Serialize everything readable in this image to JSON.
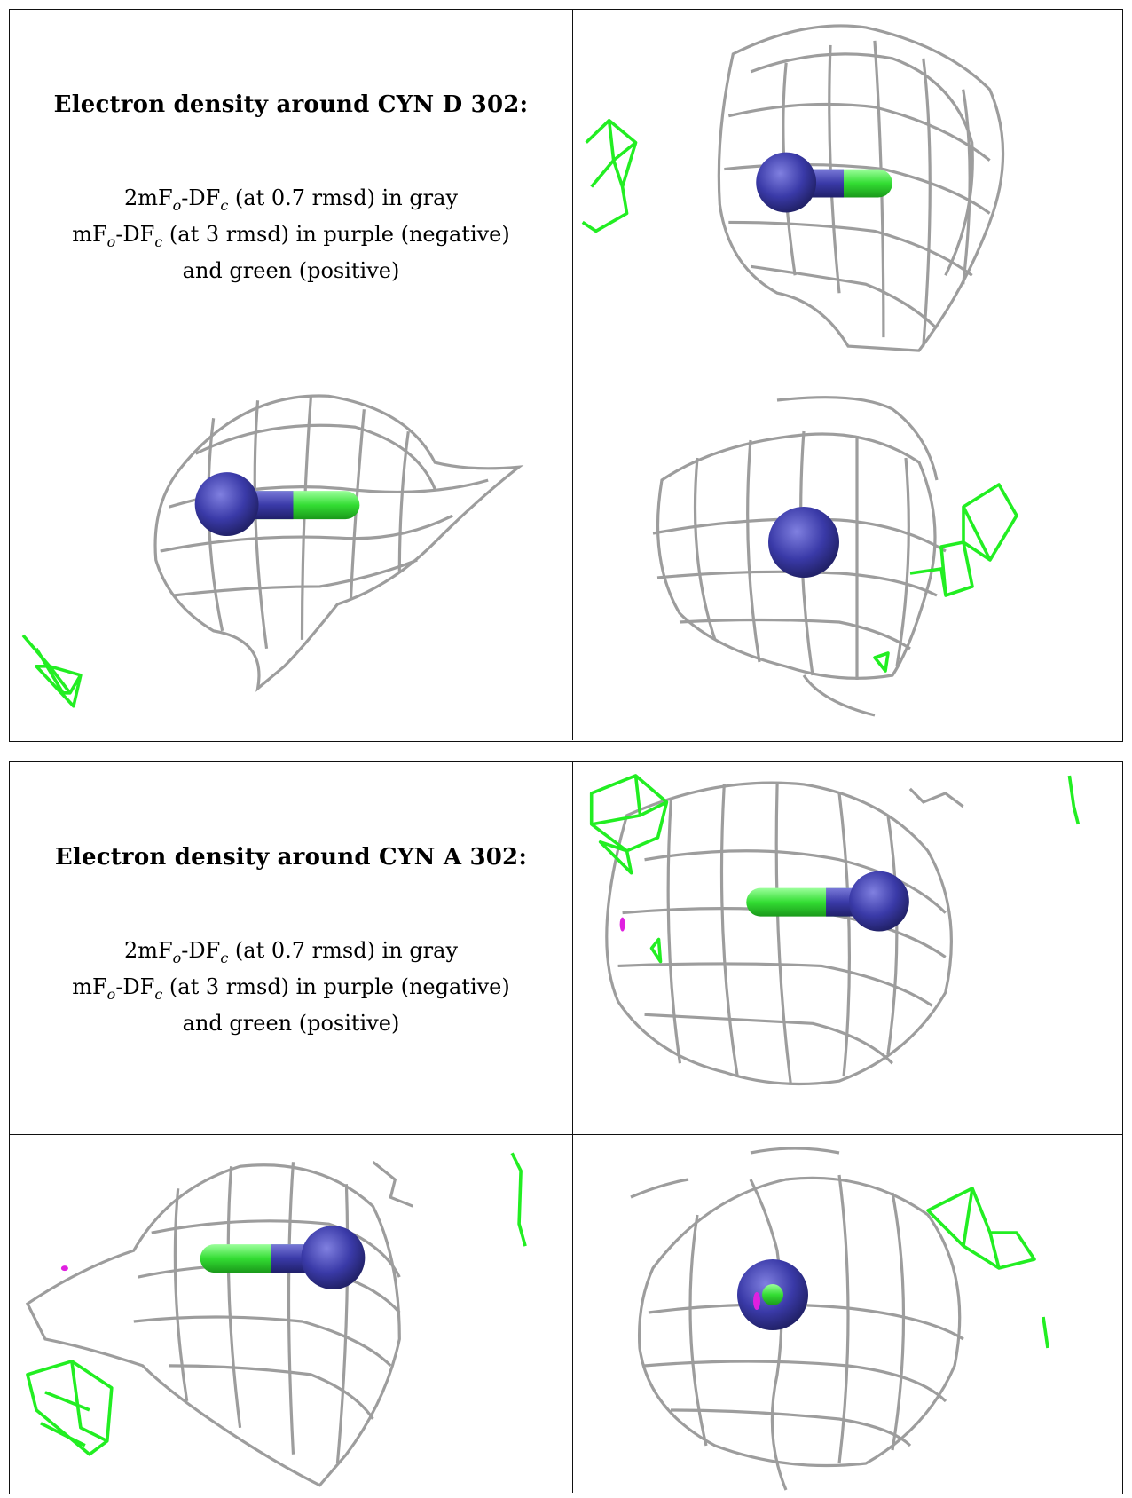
{
  "figure": {
    "panels": [
      {
        "residue_title": "Electron density around CYN D 302:",
        "map_line1_pre": "2mF",
        "map_line1_sub_o": "o",
        "map_line1_mid": "-DF",
        "map_line1_sub_c": "c",
        "map_line1_post": " (at 0.7 rmsd) in gray",
        "map_line2_pre": "mF",
        "map_line2_sub_o": "o",
        "map_line2_mid": "-DF",
        "map_line2_sub_c": "c",
        "map_line2_post": " (at 3 rmsd) in purple (negative)",
        "map_line3": "and green (positive)"
      },
      {
        "residue_title": "Electron density around CYN A 302:",
        "map_line1_pre": "2mF",
        "map_line1_sub_o": "o",
        "map_line1_mid": "-DF",
        "map_line1_sub_c": "c",
        "map_line1_post": " (at 0.7 rmsd) in gray",
        "map_line2_pre": "mF",
        "map_line2_sub_o": "o",
        "map_line2_mid": "-DF",
        "map_line2_sub_c": "c",
        "map_line2_post": " (at 3 rmsd) in purple (negative)",
        "map_line3": "and green (positive)"
      }
    ]
  },
  "colors": {
    "mesh_2fofc": "#bcbcbc",
    "positive_density": "#22ee22",
    "negative_density": "#e020e0",
    "nitrogen_atom": "#3a3aa8",
    "carbon_atom": "#33dd33"
  }
}
